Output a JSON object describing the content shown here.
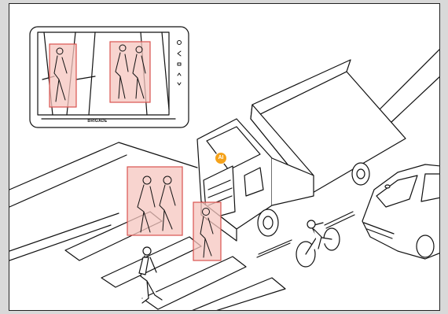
{
  "monitor": {
    "brand": "BRIGADE",
    "controls": [
      "power",
      "back",
      "menu",
      "up",
      "down"
    ]
  },
  "badge": {
    "label": "AI"
  },
  "colors": {
    "detection_fill": "#f6c6bf",
    "detection_stroke": "#d9534f",
    "badge": "#f5a21a",
    "line": "#111111",
    "background": "#d9d9d9"
  }
}
